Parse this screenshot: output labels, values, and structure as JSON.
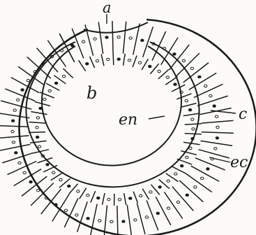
{
  "figure": {
    "labels": {
      "a": "a",
      "b": "b",
      "en": "en",
      "c": "c",
      "ec": "ec"
    },
    "colors": {
      "ink": "#1b1b1b",
      "background": "#fcfbf8",
      "cell_fill": "#fcfbf8"
    }
  }
}
